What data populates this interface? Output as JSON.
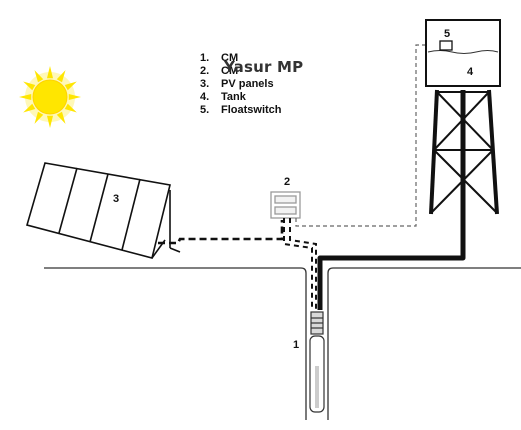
{
  "legend": {
    "title": "Yasur MP",
    "items": [
      {
        "num": "1.",
        "label": "CM"
      },
      {
        "num": "2.",
        "label": "CM"
      },
      {
        "num": "3.",
        "label": "PV panels"
      },
      {
        "num": "4.",
        "label": "Tank"
      },
      {
        "num": "5.",
        "label": "Floatswitch"
      }
    ]
  },
  "callouts": {
    "pump": "1",
    "controller": "2",
    "panels": "3",
    "tank": "4",
    "floatswitch": "5"
  },
  "colors": {
    "sun_fill": "#ffe600",
    "sun_glow": "#fff59a",
    "line": "#111111",
    "dash": "#555555"
  },
  "icons": [
    "sun-icon",
    "pv-panel-icon",
    "controller-icon",
    "water-tank-icon",
    "float-switch-icon",
    "pump-icon"
  ]
}
